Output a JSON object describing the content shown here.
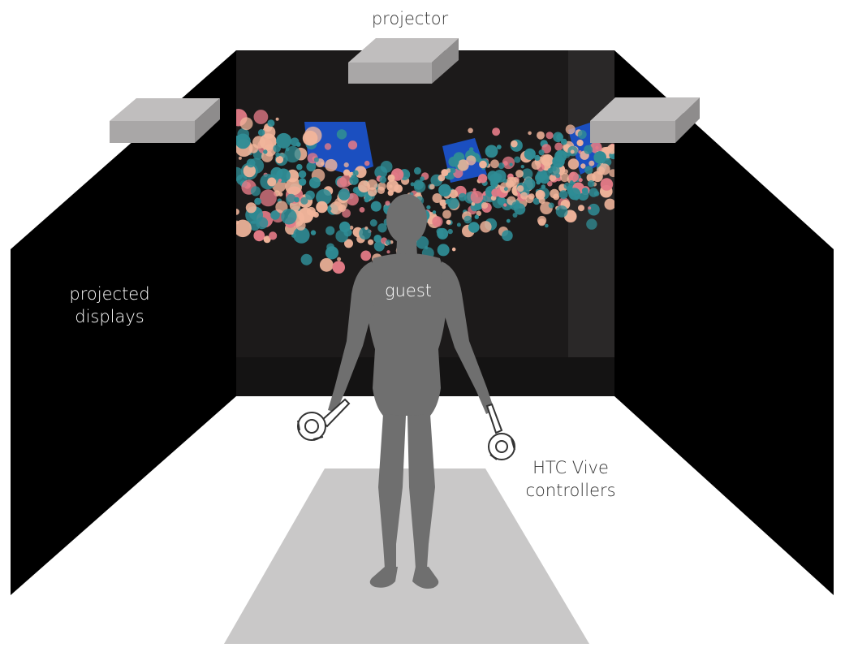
{
  "labels": {
    "projector": "projector",
    "projected_displays_line1": "projected",
    "projected_displays_line2": "displays",
    "guest": "guest",
    "controllers_line1": "HTC Vive",
    "controllers_line2": "controllers"
  },
  "colors": {
    "wall": "#000000",
    "screen_background": "#1c1a1a",
    "floor_mat": "#c9c8c8",
    "projector_top": "#c0bebe",
    "projector_side": "#8e8c8c",
    "figure": "#6f6f6f",
    "data_teal": "#2f8c95",
    "data_peach": "#f1b59b",
    "data_blue": "#1b4fc0",
    "data_pink": "#e27a86"
  }
}
